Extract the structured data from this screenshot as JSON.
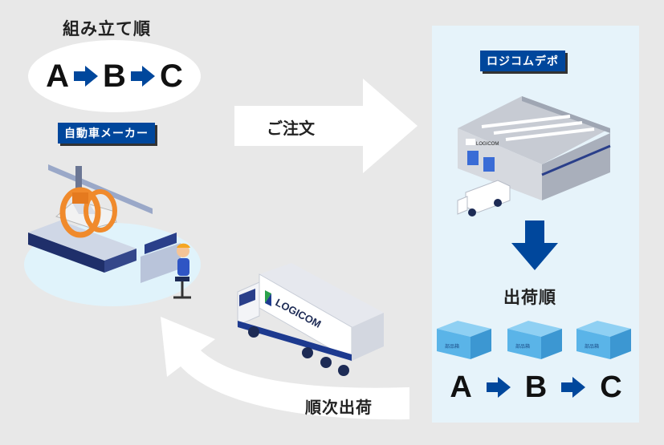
{
  "assembly": {
    "title": "組み立て順",
    "sequence": [
      "A",
      "B",
      "C"
    ]
  },
  "manufacturer": {
    "label": "自動車メーカー"
  },
  "order_arrow": {
    "label": "ご注文"
  },
  "depot": {
    "label": "ロジコムデポ",
    "building_sign": "LOGICOM"
  },
  "shipping": {
    "title": "出荷順",
    "sequence": [
      "A",
      "B",
      "C"
    ],
    "container_label": "部品箱"
  },
  "truck": {
    "brand": "LOGICOM"
  },
  "dispatch_arrow": {
    "label": "順次出荷"
  },
  "colors": {
    "background": "#e8e8e8",
    "label_blue": "#00479c",
    "panel": "#e6f3fa",
    "container_blue": "#5ab4e8",
    "arrow_gray": "#ffffff"
  }
}
